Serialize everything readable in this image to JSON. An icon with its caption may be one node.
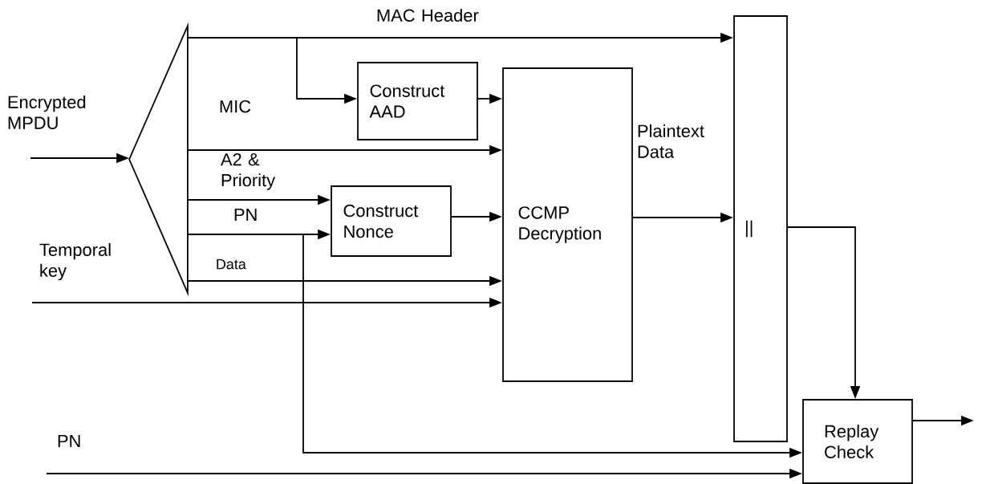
{
  "diagram": {
    "nodes": [
      {
        "text": [],
        "shape": "triangle"
      },
      {
        "text": [
          "Construct AAD"
        ]
      },
      {
        "text": [
          "Construct Nonce"
        ]
      },
      {
        "text": [
          "CCMP Decryption"
        ]
      },
      {
        "text": [
          "||"
        ]
      },
      {
        "text": [
          "Replay Check"
        ]
      }
    ],
    "edges": [
      {
        "from": null,
        "to": 0,
        "arrow": "to",
        "label": "Encrypted MPDU"
      },
      {
        "from": 0,
        "to": 4,
        "arrow": "to",
        "label": "MAC Header"
      },
      {
        "from": 0,
        "to": 1,
        "arrow": "to"
      },
      {
        "from": 1,
        "to": 3,
        "arrow": "to"
      },
      {
        "from": 0,
        "to": 3,
        "arrow": "to",
        "label": "MIC"
      },
      {
        "from": 0,
        "to": 2,
        "arrow": "to",
        "label": "A2 & Priority"
      },
      {
        "from": 0,
        "to": 2,
        "arrow": "to",
        "label": "PN"
      },
      {
        "from": 2,
        "to": 3,
        "arrow": "to"
      },
      {
        "from": 0,
        "to": 3,
        "arrow": "to",
        "label": "Data"
      },
      {
        "from": null,
        "to": 3,
        "arrow": "to",
        "label": "Temporal key"
      },
      {
        "from": 3,
        "to": 4,
        "arrow": "to",
        "label": "Plaintext Data"
      },
      {
        "from": 4,
        "to": 5,
        "arrow": "to"
      },
      {
        "from": 0,
        "to": 5,
        "arrow": "to"
      },
      {
        "from": null,
        "to": 5,
        "arrow": "to",
        "label": "PN"
      },
      {
        "from": 5,
        "to": null,
        "arrow": "to"
      }
    ]
  }
}
